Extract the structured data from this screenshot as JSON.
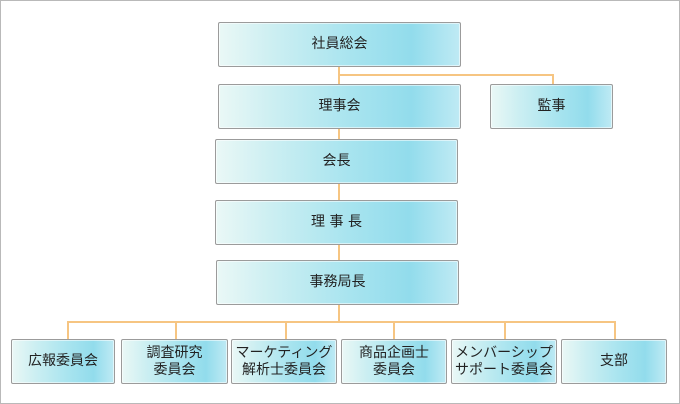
{
  "nodes": {
    "general_meeting": "社員総会",
    "board": "理事会",
    "auditor": "監事",
    "president": "会長",
    "chairman": "理 事 長",
    "secretary_general": "事務局長",
    "pr_committee": "広報委員会",
    "research_committee": [
      "調査研究",
      "委員会"
    ],
    "marketing_committee": [
      "マーケティング",
      "解析士委員会"
    ],
    "product_committee": [
      "商品企画士",
      "委員会"
    ],
    "membership_committee": [
      "メンバーシップ",
      "サポート委員会"
    ],
    "branches": "支部"
  },
  "colors": {
    "connector": "#f6c582",
    "box_border": "#9b9b9b",
    "box_fill": "#a8e4ef"
  }
}
